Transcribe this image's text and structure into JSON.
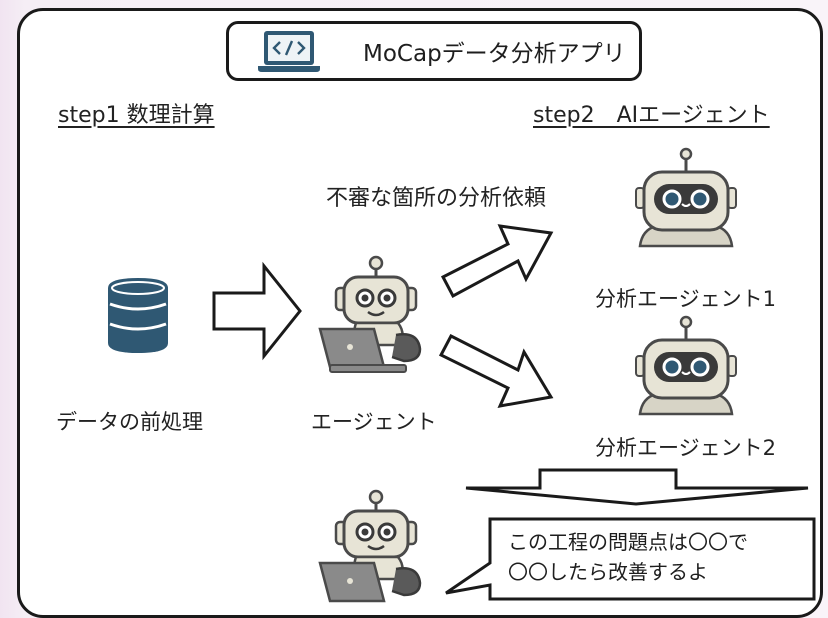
{
  "app": {
    "title": "MoCapデータ分析アプリ",
    "icon": "laptop-code-icon"
  },
  "steps": {
    "step1": "step1 数理計算",
    "step2": "step2　AIエージェント"
  },
  "nodes": {
    "preprocess": "データの前処理",
    "agent": "エージェント",
    "request": "不審な箇所の分析依頼",
    "analysis_agent_1": "分析エージェント1",
    "analysis_agent_2": "分析エージェント2"
  },
  "bubble": {
    "line1": "この工程の問題点は〇〇で",
    "line2": "〇〇したら改善するよ"
  },
  "colors": {
    "database": "#2f5873",
    "robot_body": "#e7e4d6",
    "robot_face": "#3a3a3a",
    "laptop": "#8a8a8a",
    "arm": "#4a4a4a",
    "outline": "#1a1a1a"
  }
}
